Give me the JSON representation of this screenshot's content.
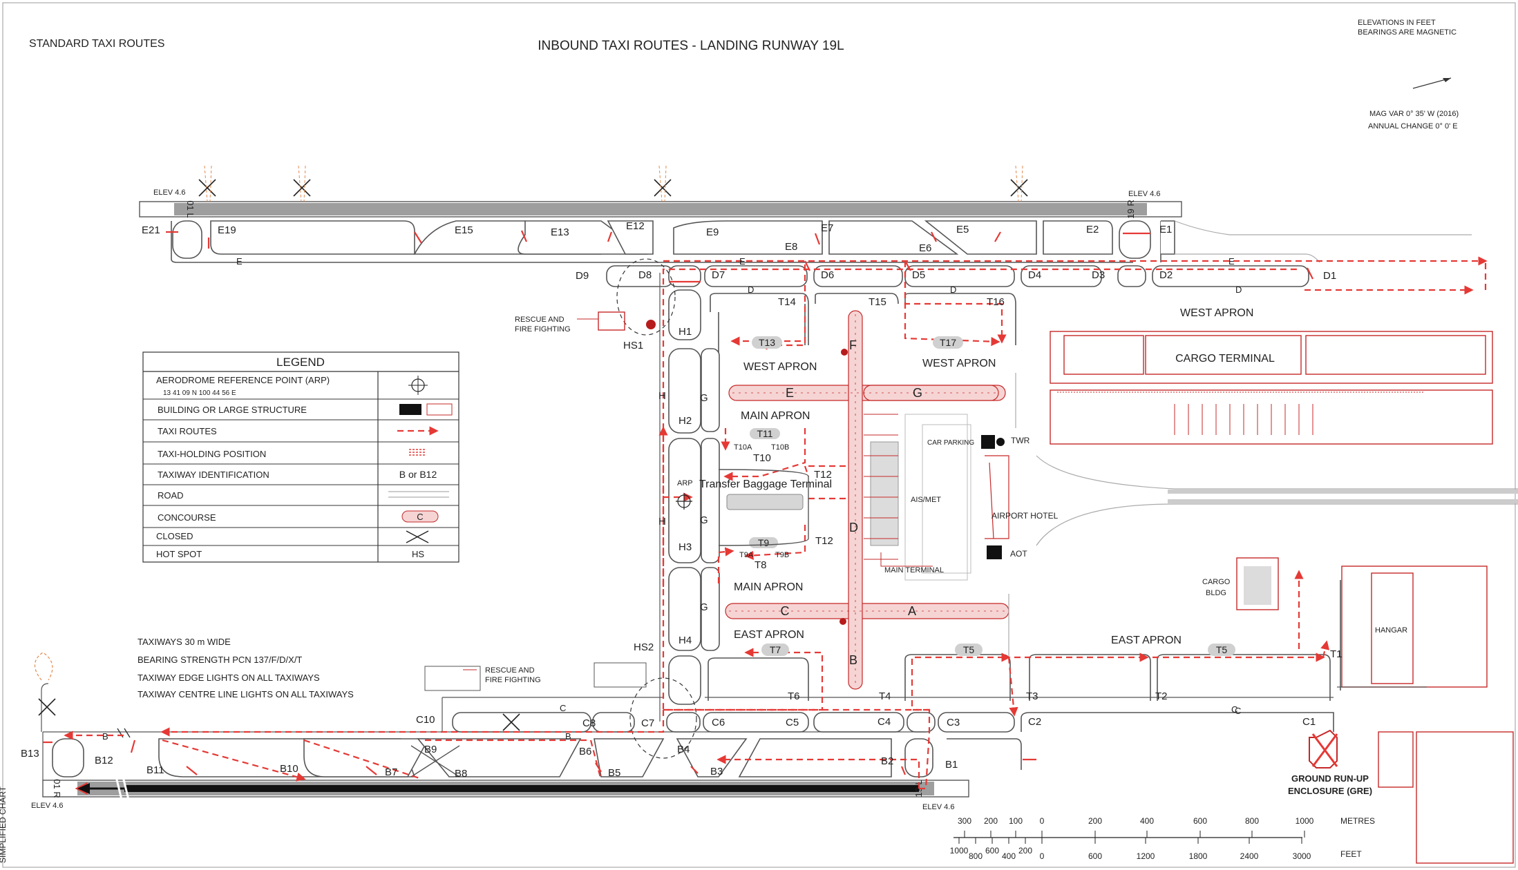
{
  "header": {
    "left_title": "STANDARD TAXI ROUTES",
    "title": "INBOUND TAXI ROUTES - LANDING RUNWAY 19L",
    "notes": [
      "ELEVATIONS IN FEET",
      "BEARINGS ARE MAGNETIC"
    ],
    "magvar": [
      "MAG VAR 0° 35' W (2016)",
      "ANNUAL CHANGE  0°  0' E"
    ]
  },
  "runways": {
    "north": {
      "end_left": "01 L",
      "end_right": "19 R",
      "elev_left": "ELEV 4.6",
      "elev_right": "ELEV 4.6"
    },
    "south": {
      "end_left": "01 R",
      "end_right": "19 L",
      "elev_left": "ELEV 4.6",
      "elev_right": "ELEV 4.6"
    }
  },
  "taxiways": {
    "north": [
      "E21",
      "E19",
      "E15",
      "E13",
      "E12",
      "E9",
      "E8",
      "E7",
      "E6",
      "E5",
      "E2",
      "E1",
      "E",
      "E",
      "E"
    ],
    "d_row": [
      "D9",
      "D8",
      "D7",
      "D",
      "D6",
      "D5",
      "D",
      "D4",
      "D3",
      "D2",
      "D",
      "D1"
    ],
    "t_upper": [
      "T14",
      "T15",
      "T16",
      "T13",
      "T17"
    ],
    "vertical": [
      "H1",
      "H",
      "H2",
      "H3",
      "H",
      "H4",
      "G",
      "G",
      "G",
      "F",
      "D",
      "B",
      "ARP"
    ],
    "concourses": [
      "E",
      "G",
      "C",
      "A"
    ],
    "inner": [
      "T11",
      "T10A",
      "T10B",
      "T10",
      "T12",
      "T12",
      "T9",
      "T9A",
      "T9B",
      "T8"
    ],
    "east": [
      "T7",
      "T5",
      "T5",
      "T1",
      "T6",
      "T4",
      "T3",
      "T2",
      "C"
    ],
    "south_c": [
      "C10",
      "C",
      "C8",
      "C7",
      "C6",
      "C5",
      "C4",
      "C3",
      "C2",
      "C1",
      "C"
    ],
    "south_b": [
      "B13",
      "B12",
      "B",
      "B11",
      "B10",
      "B9",
      "B7",
      "B8",
      "B6",
      "B",
      "B5",
      "B4",
      "B3",
      "B2",
      "B1"
    ],
    "hotspots": [
      "HS1",
      "HS2"
    ]
  },
  "areas": {
    "west_apron_1": "WEST APRON",
    "west_apron_2": "WEST APRON",
    "west_apron_3": "WEST APRON",
    "main_apron_1": "MAIN APRON",
    "main_apron_2": "MAIN APRON",
    "east_apron_1": "EAST APRON",
    "east_apron_2": "EAST APRON",
    "cargo_terminal": "CARGO TERMINAL",
    "baggage": "Transfer Baggage Terminal",
    "car_parking": "CAR PARKING",
    "twr": "TWR",
    "aismet": "AIS/MET",
    "hotel": "AIRPORT HOTEL",
    "aot": "AOT",
    "main_terminal": "MAIN TERMINAL",
    "cargo_bldg": [
      "CARGO",
      "BLDG"
    ],
    "hangar": "HANGAR",
    "rescue": [
      "RESCUE AND",
      "FIRE FIGHTING"
    ],
    "rescue2": [
      "RESCUE AND",
      "FIRE FIGHTING"
    ],
    "gre": [
      "GROUND RUN-UP",
      "ENCLOSURE (GRE)"
    ]
  },
  "legend": {
    "title": "LEGEND",
    "rows": [
      {
        "label": "AERODROME REFERENCE POINT (ARP)",
        "sub": "13 41 09 N      100 44 56 E",
        "symbol": "arp-icon"
      },
      {
        "label": "BUILDING OR LARGE STRUCTURE",
        "symbol": "building-icon"
      },
      {
        "label": "TAXI ROUTES",
        "symbol": "taxi-route-icon"
      },
      {
        "label": "TAXI-HOLDING POSITION",
        "symbol": "holding-icon"
      },
      {
        "label": "TAXIWAY IDENTIFICATION",
        "symbol_text": "B  or  B12"
      },
      {
        "label": "ROAD",
        "symbol": "road-icon"
      },
      {
        "label": "CONCOURSE",
        "symbol": "concourse-icon",
        "symbol_text": "C"
      },
      {
        "label": "CLOSED",
        "symbol": "closed-icon"
      },
      {
        "label": "HOT SPOT",
        "symbol_text": "HS"
      }
    ]
  },
  "notes_block": [
    "TAXIWAYS 30 m WIDE",
    "BEARING STRENGTH PCN 137/F/D/X/T",
    "TAXIWAY EDGE LIGHTS ON ALL TAXIWAYS",
    "TAXIWAY  CENTRE LINE LIGHTS ON ALL TAXIWAYS"
  ],
  "scale": {
    "metres_ticks": [
      "300",
      "200",
      "100",
      "0",
      "200",
      "400",
      "600",
      "800",
      "1000"
    ],
    "metres_label": "METRES",
    "feet_ticks": [
      "1000",
      "800",
      "600",
      "400",
      "200",
      "0",
      "600",
      "1200",
      "1800",
      "2400",
      "3000"
    ],
    "feet_label": "FEET"
  },
  "side_text": "SIMPLIFIED CHART",
  "colors": {
    "route": "#e53935",
    "building": "#c62828",
    "taxiway": "#555555"
  }
}
